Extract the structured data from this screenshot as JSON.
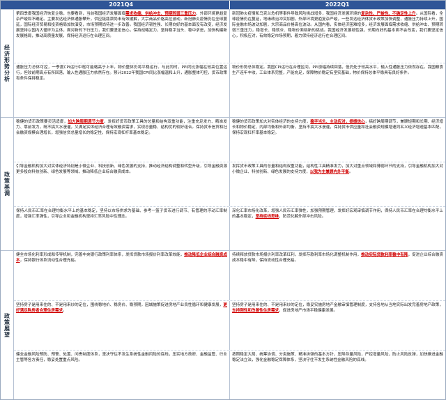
{
  "header": {
    "q_left": "2021Q4",
    "q_right": "2022Q1"
  },
  "sections": [
    {
      "label": "经济形势分析",
      "rows": [
        {
          "left": {
            "text": "第四季度我国经济恢复企稳，也要看到，当前我国经济发展面临需求收缩、供给冲击、预期转弱三重压力，外部环境更趋复杂严峻和不确定。主要发达经济体通胀攀升，供应链瓶颈尚未有效缓解，大宗商品价格高位波动，新冠肺炎疫情仍在全球蔓延，国际经济贸易和投资格局加快演变，市场预期尚待进一步改善。我国经济韧性强、长期向好的基本面没有改变，经济发展坚持以国内大循环为主体，面对新的下行压力，我们要坚定信心，保持战略定力，坚持稳字当头、稳中求进，加快构建新发展格局，推动高质量发展，保持经济运行在合理区间。",
            "highlight": "需求收缩、供给冲击、预期转弱三重压力"
          },
          "right": {
            "text": "新冠肺炎疫情和乌克兰危机等事件导致风险挑战增多，我国经济发展环境的复杂性、严峻性、不确定性上升。从国际看，全球疫情仍在蔓延，地缘政治冲突加剧，外部环境更趋复杂严峻，一些发达经济体货币政策加快调整，通胀压力持续上升，国际金融市场波动加剧，大宗商品价格高位波动。从国内看，实体经济困难增多，经济发展面临需求收缩、供给冲击、预期转弱三重压力，稳增长、稳就业、稳物价面临新的挑战。我国经济发展韧性强，长期向好的基本面不会改变，我们要坚定信心，积极应对，有效稳定市场预期，着力保持经济运行在合理区间。",
            "highlight": "复杂性、严峻性、不确定性上升"
          }
        },
        {
          "left": {
            "text": "通胀压力总体可控，一季度CPI运行中枢可能略高于上年，物价整体仍将平稳运行。与此同时，PPI同比涨幅在较高位置运行，但较前期高点有所回落，输入性通胀压力依然存在。预计2022年我国CPI同比涨幅温和上升，通胀整体可控，货币政策有条件保持稳定。",
            "highlight": ""
          },
          "right": {
            "text": "物价形势总体稳定。我国CPI运行在合理区间，PPI涨幅持续回落，但仍处于较高水平，输入性通胀压力依然存在。我国粮食生产连年丰收，工业体系完整，产能充足，保障物价稳定有坚实基础，物价保持总体平稳具有良好条件。",
            "highlight": ""
          }
        }
      ]
    },
    {
      "label": "政策基调",
      "rows": [
        {
          "left": {
            "text": "稳健的货币政策要灵活适度，加大跨周期调节力度，发挥好货币政策工具的总量和结构双重功能，注重充足发力、精准发力、靠前发力，既不搞大水漫灌，又满足实体经济合理有效融资需求，实现总量稳、结构优的较好组合。保持货币信贷和社会融资规模合理增长，增强信贷总量增长的稳定性，保持宏观杠杆率基本稳定。",
            "highlight": "加大跨周期调节力度"
          },
          "right": {
            "text": "稳健的货币政策加大对实体经济的支持力度，稳字当头、主动应对，提振信心，搞好跨周期调节，兼顾短期和长期、经济增长和物价稳定、内部均衡和外部均衡，坚持不搞大水漫灌，保持货币供应量和社会融资规模增速同名义经济增速基本匹配，保持宏观杠杆率基本稳定。",
            "highlight": "稳字当头、主动应对，提振信心"
          }
        },
        {
          "left": {
            "text": "引导金融机构加大对实体经济特别是小微企业、科技创新、绿色发展的支持，推动经济结构调整和转型升级，引导金融资源更多投向科技创新、绿色发展等领域，推动降低企业综合融资成本。",
            "highlight": ""
          },
          "right": {
            "text": "发挥货币政策工具的总量和结构双重功能，结构性工具精准发力，加大对重点领域和薄弱环节的支持，引导金融机构加大对小微企业、科技创新、绿色发展的支持力度，以我为主兼顾内外平衡。",
            "highlight": "以我为主兼顾内外平衡"
          }
        },
        {
          "left": {
            "text": "保持人民币汇率在合理均衡水平上的基本稳定，坚持以市场供求为基础、参考一篮子货币进行调节、有管理的浮动汇率制度，增强汇率弹性，引导企业和金融机构坚持汇率风险中性理念。",
            "highlight": ""
          },
          "right": {
            "text": "深化汇率市场化改革，增强人民币汇率弹性，加强预期管理，发挥好宏观审慎调节作用，保持人民币汇率在合理均衡水平上的基本稳定，坚持底线思维，防范化解外部冲击风险。",
            "highlight": "坚持底线思维"
          }
        }
      ]
    },
    {
      "label": "政策展望",
      "rows": [
        {
          "left": {
            "text": "健全市场化利率形成和传导机制，完善中央银行政策利率体系，发挥贷款市场报价利率改革效能，推动降低企业综合融资成本，保持银行体系流动性合理充裕。",
            "highlight": "推动降低企业综合融资成本"
          },
          "right": {
            "text": "持续释放贷款市场报价利率改革红利，发挥存款利率市场化调整机制作用，推动实际贷款利率稳中有降，促进企业综合融资成本稳中有降，保持流动性合理充裕。",
            "highlight": "推动实际贷款利率稳中有降"
          }
        },
        {
          "left": {
            "text": "坚持房子是用来住的、不是用来炒的定位，围绕稳地价、稳房价、稳预期，因城施策促进房地产业良性循环和健康发展，更好满足购房者合理住房需求。",
            "highlight": "更好满足购房者合理住房需求"
          },
          "right": {
            "text": "坚持房子是用来住的、不是用来炒的定位，稳妥实施房地产金融审慎管理制度，支持各地从当地实际出发完善房地产政策，支持刚性和改善性住房需求，促进房地产市场平稳健康发展。",
            "highlight": "支持刚性和改善性住房需求"
          }
        },
        {
          "left": {
            "text": "健全金融风险预防、预警、处置、问责制度体系，坚决守住不发生系统性金融风险的底线，压实地方政府、金融监管、行业主管等各方责任，稳妥处置重点风险。",
            "highlight": ""
          },
          "right": {
            "text": "按照稳定大局、统筹协调、分类施策、精准拆弹的基本方针，压降存量风险，严控增量风险，防止风险反弹，加快推进金融稳定法立法，强化金融稳定保障体系，坚决守住不发生系统性金融风险的底线。",
            "highlight": "压降存量风险、严控增量风险"
          }
        }
      ]
    }
  ]
}
